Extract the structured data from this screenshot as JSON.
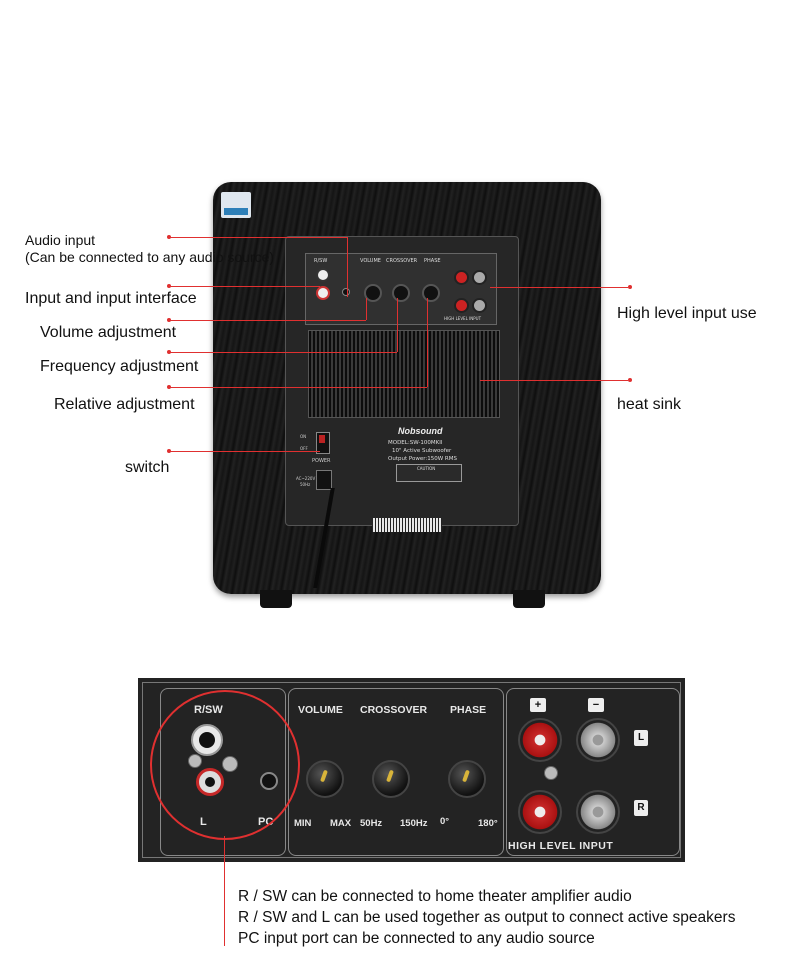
{
  "callouts": {
    "audio_input_1": "Audio input",
    "audio_input_2": "(Can be connected to any audio source)",
    "input_interface": "Input and input interface",
    "volume": "Volume adjustment",
    "frequency": "Frequency adjustment",
    "relative": "Relative adjustment",
    "switch": "switch",
    "high_level": "High level input use",
    "heat_sink": "heat sink"
  },
  "panel": {
    "rsw": "R/SW",
    "l": "L",
    "pc": "PC",
    "volume": "VOLUME",
    "crossover": "CROSSOVER",
    "phase": "PHASE",
    "min": "MIN",
    "max": "MAX",
    "hz50": "50Hz",
    "hz150": "150Hz",
    "deg0": "0°",
    "deg180": "180°",
    "plus": "+",
    "minus": "−",
    "ch_l": "L",
    "ch_r": "R",
    "high_level_input": "HIGH LEVEL INPUT"
  },
  "device": {
    "brand": "Nobsound",
    "model": "MODEL:SW-100MKII",
    "desc": "10\"  Active Subwoofer",
    "power": "Output Power:150W  RMS",
    "caution": "CAUTION",
    "on": "ON",
    "off": "OFF",
    "power_label": "POWER",
    "ac": "AC~220V",
    "hz": "50Hz"
  },
  "notes": [
    "R / SW can be connected to home theater amplifier audio",
    "R / SW and L can be used together as output to connect active speakers",
    "PC input port can be connected to any audio source"
  ],
  "colors": {
    "accent": "#e03030",
    "cabinet": "#1a1a1a",
    "panel": "#2a2a2a"
  }
}
